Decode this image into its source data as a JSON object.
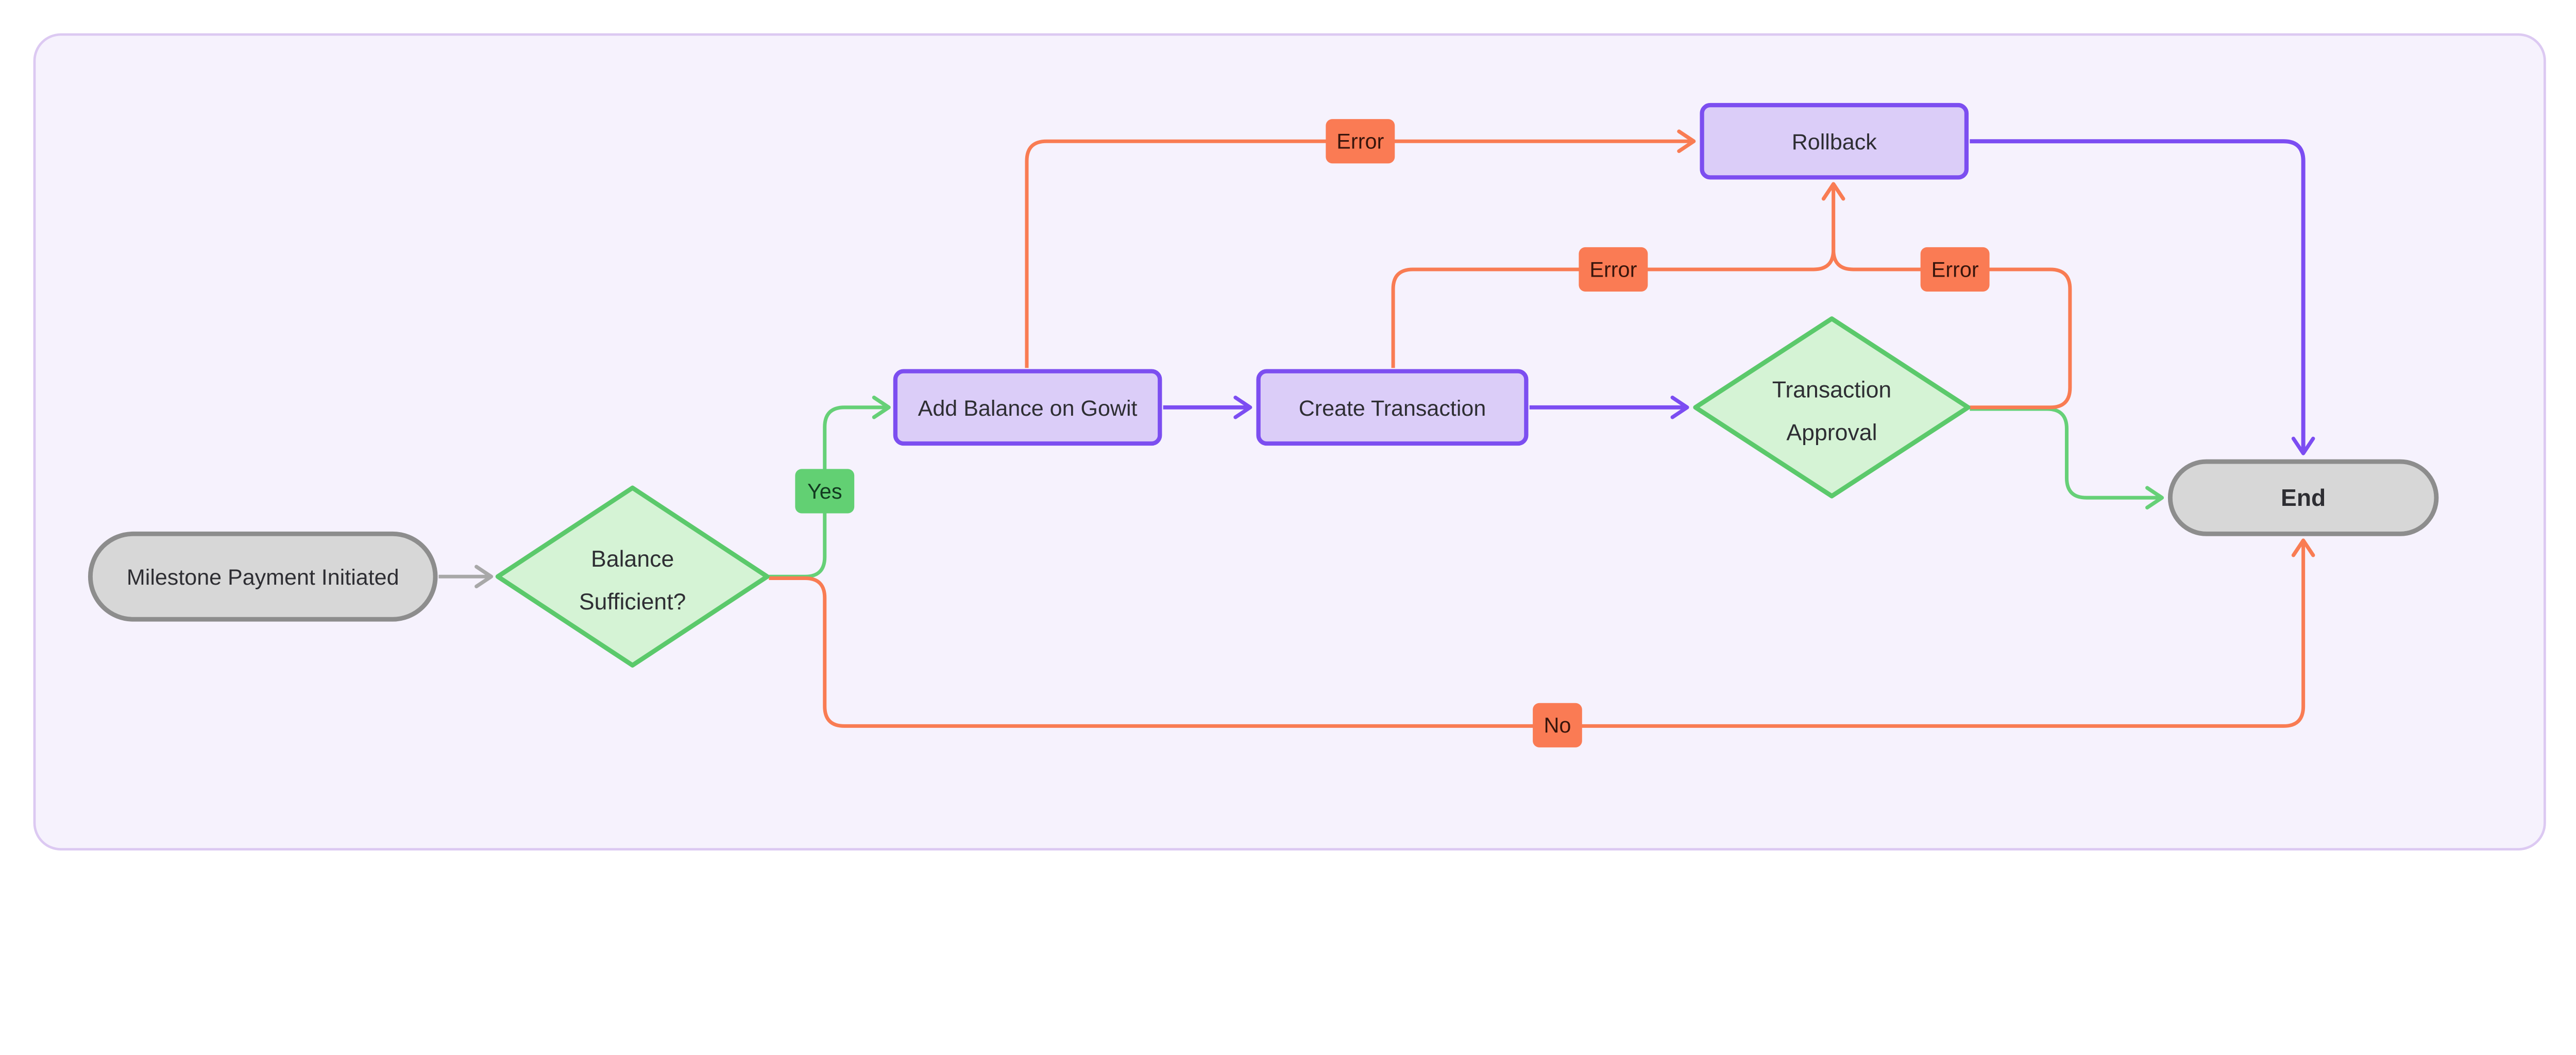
{
  "diagram": {
    "type": "flowchart",
    "direction": "left-to-right"
  },
  "colors": {
    "page_bg": "#ffffff",
    "canvas_bg": "#f6f2fd",
    "canvas_border": "#dcc9f2",
    "node_gray_fill": "#d7d7d7",
    "node_gray_border": "#8d8d8d",
    "node_purple_fill": "#dbcdf8",
    "node_purple_border": "#7c4ef0",
    "node_green_fill": "#d5f3d5",
    "node_green_border": "#5bc96b",
    "node_text": "#2e2e33",
    "edge_gray": "#a8a8a8",
    "edge_green": "#66d077",
    "edge_orange": "#f97c53",
    "edge_purple": "#7c4df2",
    "label_yes_bg": "#62d073",
    "label_yes_text": "#123a20",
    "label_error_bg": "#fa7b54",
    "label_error_text": "#38150c"
  },
  "nodes": [
    {
      "id": "start",
      "shape": "stadium",
      "color": "gray",
      "label": "Milestone Payment Initiated"
    },
    {
      "id": "balance_check",
      "shape": "diamond",
      "color": "green",
      "label": "Balance Sufficient?",
      "lines": [
        "Balance",
        "Sufficient?"
      ]
    },
    {
      "id": "add_balance",
      "shape": "rect",
      "color": "purple",
      "label": "Add Balance on Gowit"
    },
    {
      "id": "create_transaction",
      "shape": "rect",
      "color": "purple",
      "label": "Create Transaction"
    },
    {
      "id": "transaction_approval",
      "shape": "diamond",
      "color": "green",
      "label": "Transaction Approval",
      "lines": [
        "Transaction",
        "Approval"
      ]
    },
    {
      "id": "rollback",
      "shape": "rect",
      "color": "purple",
      "label": "Rollback"
    },
    {
      "id": "end",
      "shape": "stadium",
      "color": "gray",
      "label": "End"
    }
  ],
  "edges": [
    {
      "from": "start",
      "to": "balance_check",
      "label": "",
      "color": "gray"
    },
    {
      "from": "balance_check",
      "to": "add_balance",
      "label": "Yes",
      "color": "green"
    },
    {
      "from": "balance_check",
      "to": "end",
      "label": "No",
      "color": "orange"
    },
    {
      "from": "add_balance",
      "to": "create_transaction",
      "label": "",
      "color": "purple"
    },
    {
      "from": "add_balance",
      "to": "rollback",
      "label": "Error",
      "color": "orange"
    },
    {
      "from": "create_transaction",
      "to": "transaction_approval",
      "label": "",
      "color": "purple"
    },
    {
      "from": "create_transaction",
      "to": "rollback",
      "label": "Error",
      "color": "orange"
    },
    {
      "from": "transaction_approval",
      "to": "rollback",
      "label": "Error",
      "color": "orange"
    },
    {
      "from": "transaction_approval",
      "to": "end",
      "label": "",
      "color": "green"
    },
    {
      "from": "rollback",
      "to": "end",
      "label": "",
      "color": "purple"
    }
  ]
}
